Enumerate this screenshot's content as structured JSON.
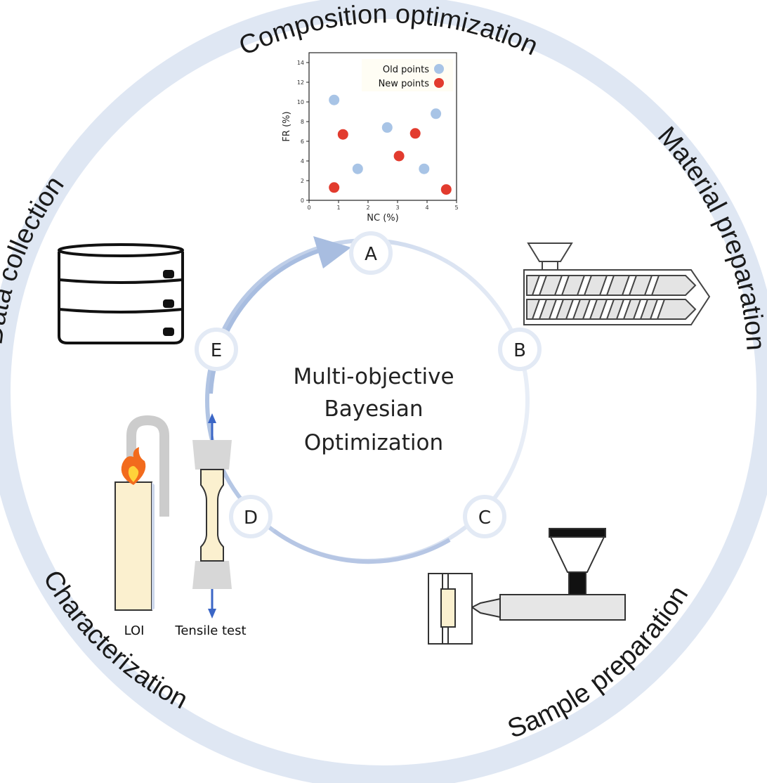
{
  "outer_cycle": {
    "composition_optimization": "Composition optimization",
    "material_preparation": "Material preparation",
    "sample_preparation": "Sample preparation",
    "characterization": "Characterization",
    "data_collection": "Data collection"
  },
  "center": {
    "line1": "Multi-objective",
    "line2": "Bayesian",
    "line3": "Optimization"
  },
  "steps": [
    "A",
    "B",
    "C",
    "D",
    "E"
  ],
  "labels": {
    "loi": "LOI",
    "tensile": "Tensile test"
  },
  "colors": {
    "ring": "#dfe7f3",
    "inner_arrow": "#a8bde0",
    "old_point": "#a8c4e6",
    "new_point": "#e23b2e",
    "blue_arrow": "#3b66c6",
    "specimen": "#fbf0cf"
  },
  "chart_data": {
    "type": "scatter",
    "xlabel": "NC (%)",
    "ylabel": "FR (%)",
    "xlim": [
      0,
      5
    ],
    "ylim": [
      0,
      15
    ],
    "xticks": [
      0,
      1,
      2,
      3,
      4,
      5
    ],
    "yticks": [
      0,
      2,
      4,
      6,
      8,
      10,
      12,
      14
    ],
    "legend_position": "top-right",
    "series": [
      {
        "name": "Old points",
        "color": "#a8c4e6",
        "x": [
          0.85,
          1.65,
          2.65,
          3.9,
          4.3
        ],
        "y": [
          10.2,
          3.2,
          7.4,
          3.2,
          8.8
        ]
      },
      {
        "name": "New points",
        "color": "#e23b2e",
        "x": [
          0.85,
          1.15,
          3.05,
          3.6,
          4.65
        ],
        "y": [
          1.3,
          6.7,
          4.5,
          6.8,
          1.1
        ]
      }
    ]
  }
}
